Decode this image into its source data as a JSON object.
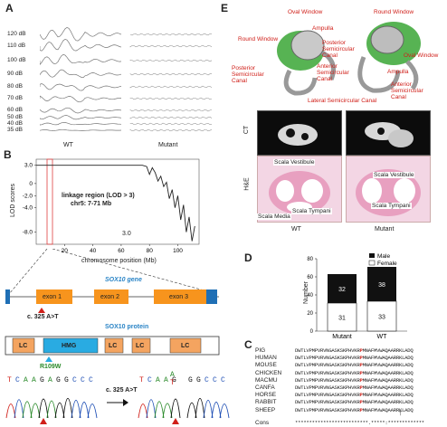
{
  "panelA": {
    "label": "A",
    "db_levels": [
      "120 dB",
      "110 dB",
      "100 dB",
      "90 dB",
      "80 dB",
      "70 dB",
      "60 dB",
      "50 dB",
      "40 dB",
      "35 dB"
    ],
    "wt_label": "WT",
    "mutant_label": "Mutant"
  },
  "panelB": {
    "label": "B",
    "chart_data": {
      "type": "line",
      "ylabel": "LOD scores",
      "xlabel": "chromosome position (Mb)",
      "yticks": [
        "3.0",
        "0",
        "-2.0",
        "-4.0",
        "-8.0"
      ],
      "xticks": [
        "20",
        "40",
        "60",
        "80",
        "100"
      ],
      "annotation_lines": [
        "linkage region (LOD > 3)",
        "chr5: 7-71 Mb"
      ],
      "inner_label": "3.0",
      "xlim": [
        0,
        115
      ],
      "ylim": [
        -10,
        4
      ],
      "x": [
        0,
        4,
        8,
        12,
        20,
        30,
        40,
        50,
        60,
        70,
        75,
        78,
        80,
        82,
        84,
        86,
        88,
        90,
        92,
        94,
        96,
        98,
        100,
        102,
        104,
        106,
        108,
        110,
        112
      ],
      "y": [
        3.0,
        3.0,
        3.0,
        3.0,
        3.0,
        3.0,
        3.0,
        3.0,
        3.0,
        3.0,
        3.0,
        2.8,
        1.5,
        2.6,
        1.8,
        0.4,
        1.2,
        -0.5,
        0.2,
        -2.5,
        -1.0,
        -4.0,
        -2.0,
        -6.0,
        -3.5,
        -8.0,
        -5.5,
        -9.5,
        -7.0
      ]
    },
    "gene_title": "SOX10 gene",
    "exons": [
      "exon 1",
      "exon 2",
      "exon 3"
    ],
    "mutation_cdna": "c. 325 A>T",
    "protein_title": "SOX10 protein",
    "domains": [
      "LC",
      "HMG",
      "LC",
      "LC",
      "LC"
    ],
    "mutation_protein": "R109W",
    "seq_wt": [
      "T",
      "C",
      "A",
      "A",
      "G",
      "A",
      "G",
      "G",
      "C",
      "C",
      "C"
    ],
    "seq_mut_top": "A",
    "seq_mut_mid": "T",
    "seq_mut": [
      "T",
      "C",
      "A",
      "A",
      "G",
      "",
      "G",
      "G",
      "C",
      "C",
      "C"
    ],
    "chrom_mutation_label": "c. 325 A>T"
  },
  "panelC": {
    "label": "C",
    "rows": [
      {
        "species": "PIG",
        "seq": "DWTLVPMPVRVNGASKSKPHVKRPMNAFMVWAQAARRKLADQ"
      },
      {
        "species": "HUMAN",
        "seq": "DWTLVPMPVRVNGASKSKPHVKRPMNAFMVWAQAARRKLADQ"
      },
      {
        "species": "MOUSE",
        "seq": "DWTLVPMPVRVNGASKSKPHVKRPMNAFMVWAQAARRKLADQ"
      },
      {
        "species": "CHICKEN",
        "seq": "DWTLVPMPVRVNGASKSKPHVKRPMNAFMVWAQAARRKLADQ"
      },
      {
        "species": "MACMU",
        "seq": "DWTLVPMPVRVNGASKSKPHVKRPMNAFMVWAQAARRKLADQ"
      },
      {
        "species": "CANFA",
        "seq": "DWTLVPMPVRVNGASKSKPHVKRPMNAFMVWAQAARRKLADQ"
      },
      {
        "species": "HORSE",
        "seq": "DWTLVPMPVRVNGASKSKPHVKRPMNAFMVWAQAARRKLADQ"
      },
      {
        "species": "RABBIT",
        "seq": "DWTLVPMPVRVNGASKSKPHVKRPMNAFMVWAQAARRKLADQ"
      },
      {
        "species": "SHEEP",
        "seq": "DWTLVPMPVRVNGASKSKPHVKRPMNAFMVWAQAARRKLADQ"
      }
    ],
    "cons_label": "Cons",
    "cons_seq": "**************************.*****:*************"
  },
  "panelD": {
    "label": "D",
    "chart_data": {
      "type": "bar",
      "stacked": true,
      "categories": [
        "Mutant",
        "WT"
      ],
      "series": [
        {
          "name": "Male",
          "values": [
            32,
            38
          ]
        },
        {
          "name": "Female",
          "values": [
            31,
            33
          ]
        }
      ],
      "ylabel": "Number",
      "yticks": [
        "0",
        "20",
        "40",
        "60",
        "80"
      ],
      "ylim": [
        0,
        80
      ]
    }
  },
  "panelE": {
    "label": "E",
    "left_labels": [
      "Oval Window",
      "Round Window",
      "Ampulla",
      "Posterior Semicircular Canal",
      "Anterior Semicircular Canal",
      "Posterior Semicircular Canal"
    ],
    "right_labels": [
      "Round Window",
      "Oval Window",
      "Ampulla",
      "Anterior Semicircular Canal"
    ],
    "bottom_label": "Lateral Semicircular Canal",
    "ct_label": "CT",
    "he_label": "H&E",
    "he_left": [
      "Scala Vestibule",
      "Scala Media",
      "Scala Tympani"
    ],
    "he_right": [
      "Scala Vestibule",
      "Scala Tympani"
    ],
    "wt_label": "WT",
    "mutant_label": "Mutant"
  },
  "colors": {
    "accent_red": "#d0201a",
    "accent_blue": "#2a84c6",
    "exon_orange": "#f7941d",
    "hmg_blue": "#29abe2",
    "lc_orange": "#f4a460",
    "he_pink": "#e8a0c0",
    "inner_ear_green": "#3aa635"
  }
}
